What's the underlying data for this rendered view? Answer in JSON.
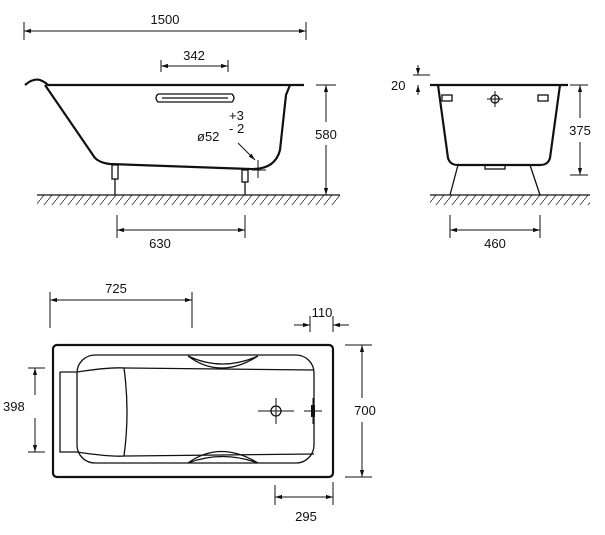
{
  "side_view": {
    "length": "1500",
    "handle_length": "342",
    "height": "580",
    "leg_spacing": "630",
    "drain_diameter": "ø52",
    "tol_plus": "+3",
    "tol_minus": "- 2"
  },
  "end_view": {
    "rim": "20",
    "depth": "375",
    "leg_spacing": "460"
  },
  "top_view": {
    "handle_offset": "725",
    "overflow_offset": "110",
    "width": "700",
    "headrest_width": "398",
    "drain_offset": "295"
  }
}
